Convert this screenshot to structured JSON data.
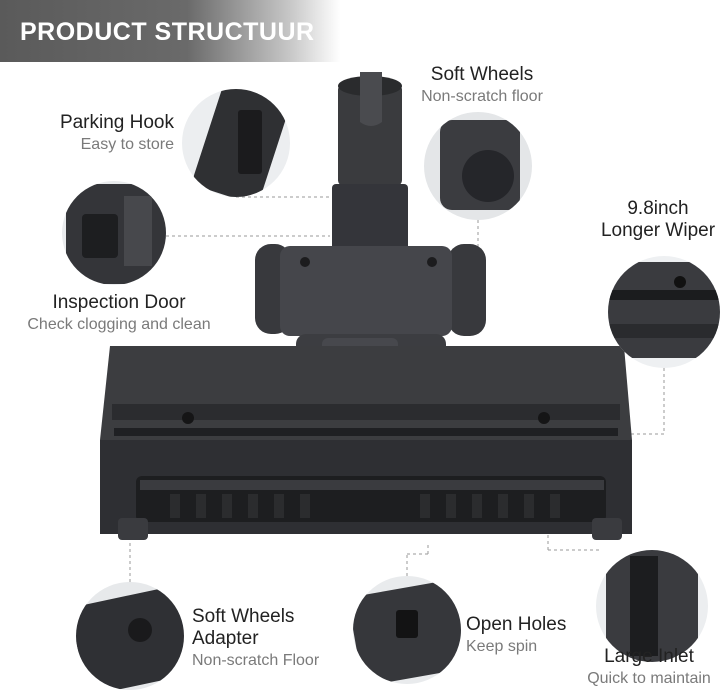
{
  "banner": {
    "title": "PRODUCT STRUCTUUR"
  },
  "callouts": {
    "parking_hook": {
      "title": "Parking Hook",
      "subtitle": "Easy to store"
    },
    "soft_wheels": {
      "title": "Soft Wheels",
      "subtitle": "Non-scratch floor"
    },
    "wiper": {
      "title_line1": "9.8inch",
      "title_line2": "Longer Wiper"
    },
    "inspection_door": {
      "title": "Inspection Door",
      "subtitle": "Check clogging and clean"
    },
    "wheels_adapter": {
      "title_line1": "Soft Wheels",
      "title_line2": "Adapter",
      "subtitle": "Non-scratch Floor"
    },
    "open_holes": {
      "title": "Open Holes",
      "subtitle": "Keep spin"
    },
    "large_inlet": {
      "title": "Large Inlet",
      "subtitle": "Quick to maintain"
    }
  },
  "colors": {
    "banner": "#666666",
    "product": "#3c3d40",
    "product_dark": "#1c1d1f",
    "leader": "#9a9a9a"
  }
}
